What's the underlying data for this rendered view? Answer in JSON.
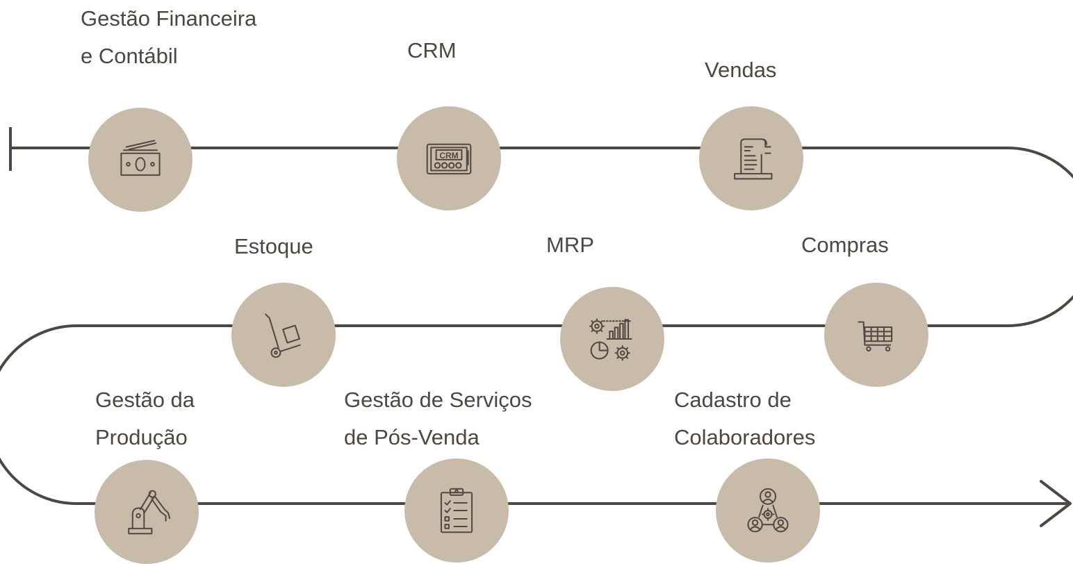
{
  "colors": {
    "line": "#4d4741",
    "circle": "#c9bba9",
    "icon": "#4f4943",
    "text": "#4d4741"
  },
  "steps": [
    {
      "id": "financeiro",
      "line1": "Gestão Financeira",
      "line2": "e Contábil",
      "icon": "money-icon"
    },
    {
      "id": "crm",
      "line1": "CRM",
      "icon_text": "CRM",
      "icon": "crm-icon"
    },
    {
      "id": "vendas",
      "line1": "Vendas",
      "icon": "receipt-icon"
    },
    {
      "id": "compras",
      "line1": "Compras",
      "icon": "shopping-cart-icon"
    },
    {
      "id": "mrp",
      "line1": "MRP",
      "icon": "gears-chart-icon"
    },
    {
      "id": "estoque",
      "line1": "Estoque",
      "icon": "hand-truck-icon"
    },
    {
      "id": "producao",
      "line1": "Gestão da",
      "line2": "Produção",
      "icon": "robot-arm-icon"
    },
    {
      "id": "servicos",
      "line1": "Gestão de Serviços",
      "line2": "de Pós-Venda",
      "icon": "clipboard-checklist-icon"
    },
    {
      "id": "colaboradores",
      "line1": "Cadastro de",
      "line2": "Colaboradores",
      "icon": "people-network-icon"
    }
  ]
}
